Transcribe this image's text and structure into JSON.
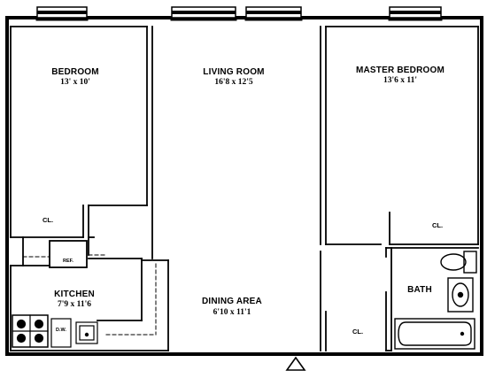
{
  "rooms": {
    "bedroom": {
      "name": "BEDROOM",
      "dims": "13' x 10'"
    },
    "living_room": {
      "name": "LIVING ROOM",
      "dims": "16'8 x 12'5"
    },
    "master_bedroom": {
      "name": "MASTER BEDROOM",
      "dims": "13'6 x 11'"
    },
    "kitchen": {
      "name": "KITCHEN",
      "dims": "7'9 x 11'6"
    },
    "dining_area": {
      "name": "DINING AREA",
      "dims": "6'10 x 11'1"
    },
    "bath": {
      "name": "BATH"
    }
  },
  "fixtures": {
    "closet_label": "CL.",
    "refrigerator_label": "REF.",
    "dishwasher_label": "D.W."
  },
  "icons": {
    "entrance": "triangle-outline"
  }
}
